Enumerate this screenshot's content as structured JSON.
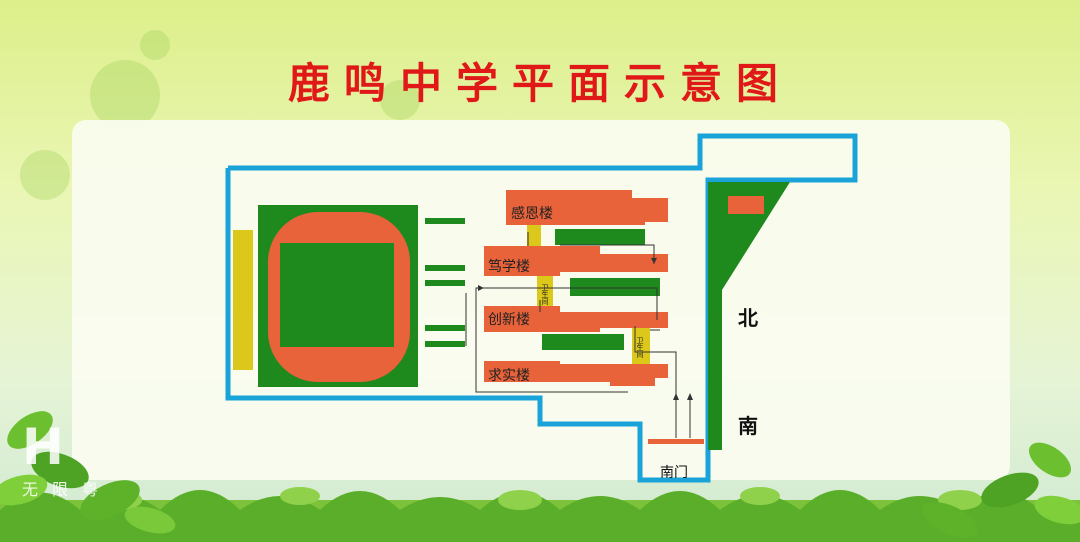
{
  "title": "鹿鸣中学平面示意图",
  "buildings": {
    "ganen": "感恩楼",
    "duxue": "笃学楼",
    "chuangxin": "创新楼",
    "qiushi": "求实楼"
  },
  "restroom_label": "卫生间",
  "directions": {
    "north": "北",
    "south": "南"
  },
  "south_gate": "南门",
  "watermark": {
    "logo": "H",
    "text": "无限粤"
  },
  "colors": {
    "boundary": "#1aa3d8",
    "field_green": "#1e8a1e",
    "track_orange": "#e8623a",
    "building_orange": "#e8623a",
    "corridor_yellow": "#dcc81a",
    "title_red": "#e01818"
  }
}
